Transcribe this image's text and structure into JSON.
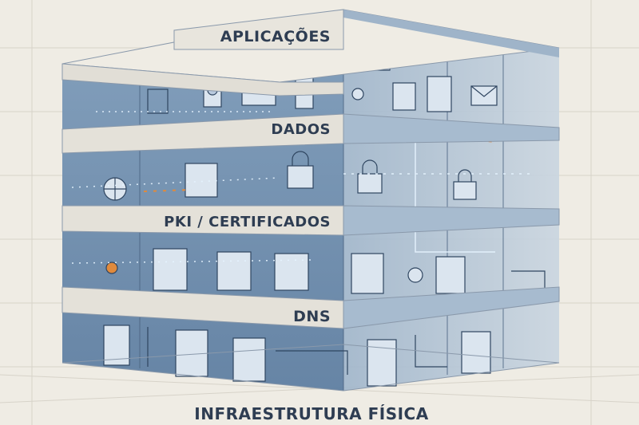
{
  "layers": [
    {
      "label": "APLICAÇÕES"
    },
    {
      "label": "DADOS"
    },
    {
      "label": "PKI / CERTIFICADOS"
    },
    {
      "label": "DNS"
    }
  ],
  "base_label": "INFRAESTRUTURA FÍSICA",
  "colors": {
    "background": "#efece4",
    "slab_top": "#eae7df",
    "slab_front": "#e3e0d8",
    "slab_side": "#8aa3bd",
    "interior": "#6f8fb0",
    "line": "#3d5470",
    "glow": "#dff2ff",
    "accent": "#e08a3c"
  },
  "icons": [
    "cloud-icon",
    "monitor-icon",
    "building-icon",
    "envelope-icon",
    "document-icon",
    "chart-icon",
    "gear-icon",
    "padlock-icon",
    "server-icon",
    "valve-icon",
    "pipe-icon",
    "router-icon"
  ]
}
